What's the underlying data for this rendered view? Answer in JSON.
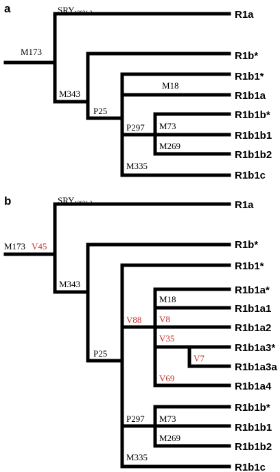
{
  "colors": {
    "line": "#000000",
    "marker": "#000000",
    "new_marker": "#c0302b"
  },
  "panels": [
    {
      "label": "a",
      "markers": [
        {
          "name": "SRY",
          "sub": "10831.2",
          "new": false
        },
        {
          "name": "M173",
          "new": false
        },
        {
          "name": "M343",
          "new": false
        },
        {
          "name": "P25",
          "new": false
        },
        {
          "name": "M18",
          "new": false
        },
        {
          "name": "P297",
          "new": false
        },
        {
          "name": "M73",
          "new": false
        },
        {
          "name": "M269",
          "new": false
        },
        {
          "name": "M335",
          "new": false
        }
      ],
      "tips": [
        "R1a",
        "R1b*",
        "R1b1*",
        "R1b1a",
        "R1b1b*",
        "R1b1b1",
        "R1b1b2",
        "R1b1c"
      ]
    },
    {
      "label": "b",
      "markers": [
        {
          "name": "SRY",
          "sub": "10831.2",
          "new": false
        },
        {
          "name": "M173",
          "new": false
        },
        {
          "name": "V45",
          "new": true
        },
        {
          "name": "M343",
          "new": false
        },
        {
          "name": "P25",
          "new": false
        },
        {
          "name": "V88",
          "new": true
        },
        {
          "name": "M18",
          "new": false
        },
        {
          "name": "V8",
          "new": true
        },
        {
          "name": "V35",
          "new": true
        },
        {
          "name": "V7",
          "new": true
        },
        {
          "name": "V69",
          "new": true
        },
        {
          "name": "P297",
          "new": false
        },
        {
          "name": "M73",
          "new": false
        },
        {
          "name": "M269",
          "new": false
        },
        {
          "name": "M335",
          "new": false
        }
      ],
      "tips": [
        "R1a",
        "R1b*",
        "R1b1*",
        "R1b1a*",
        "R1b1a1",
        "R1b1a2",
        "R1b1a3*",
        "R1b1a3a",
        "R1b1a4",
        "R1b1b*",
        "R1b1b1",
        "R1b1b2",
        "R1b1c"
      ]
    }
  ]
}
